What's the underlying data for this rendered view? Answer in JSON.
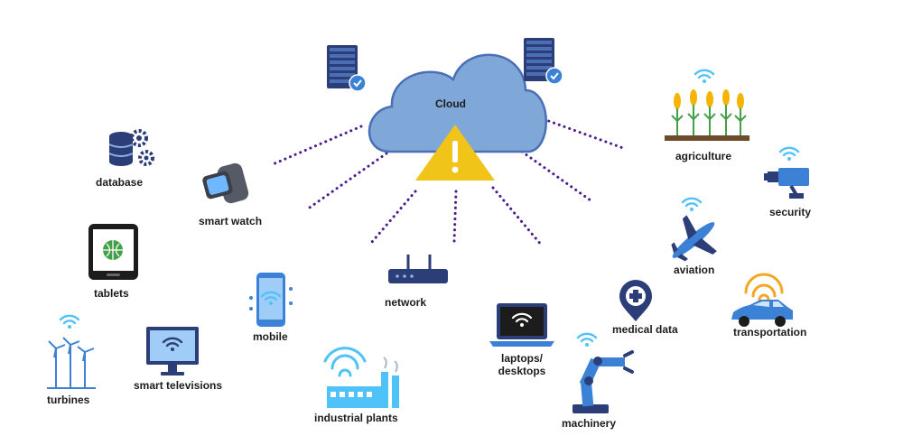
{
  "center": {
    "label": "Cloud",
    "warning_icon": "warning-triangle-icon",
    "server_icon": "server-rack-icon"
  },
  "devices": [
    {
      "id": "database",
      "label": "database",
      "icon": "database-gear-icon"
    },
    {
      "id": "smart-watch",
      "label": "smart watch",
      "icon": "smartwatch-icon"
    },
    {
      "id": "tablets",
      "label": "tablets",
      "icon": "tablet-icon"
    },
    {
      "id": "mobile",
      "label": "mobile",
      "icon": "smartphone-icon"
    },
    {
      "id": "turbines",
      "label": "turbines",
      "icon": "wind-turbine-icon"
    },
    {
      "id": "smart-televisions",
      "label": "smart televisions",
      "icon": "tv-icon"
    },
    {
      "id": "industrial-plants",
      "label": "industrial plants",
      "icon": "factory-icon"
    },
    {
      "id": "network",
      "label": "network",
      "icon": "router-icon"
    },
    {
      "id": "laptops",
      "label": "laptops/ desktops",
      "icon": "laptop-icon"
    },
    {
      "id": "medical-data",
      "label": "medical data",
      "icon": "medical-pin-icon"
    },
    {
      "id": "machinery",
      "label": "machinery",
      "icon": "robot-arm-icon"
    },
    {
      "id": "agriculture",
      "label": "agriculture",
      "icon": "crops-icon"
    },
    {
      "id": "security",
      "label": "security",
      "icon": "security-camera-icon"
    },
    {
      "id": "aviation",
      "label": "aviation",
      "icon": "airplane-icon"
    },
    {
      "id": "transportation",
      "label": "transportation",
      "icon": "car-icon"
    }
  ],
  "colors": {
    "cloud_fill": "#7fa8d9",
    "cloud_stroke": "#4a6fb5",
    "warning": "#f0c419",
    "connector": "#4a1a8c",
    "wifi": "#4fc3f7",
    "icon_navy": "#2c3e78",
    "icon_blue": "#3b82d6"
  }
}
